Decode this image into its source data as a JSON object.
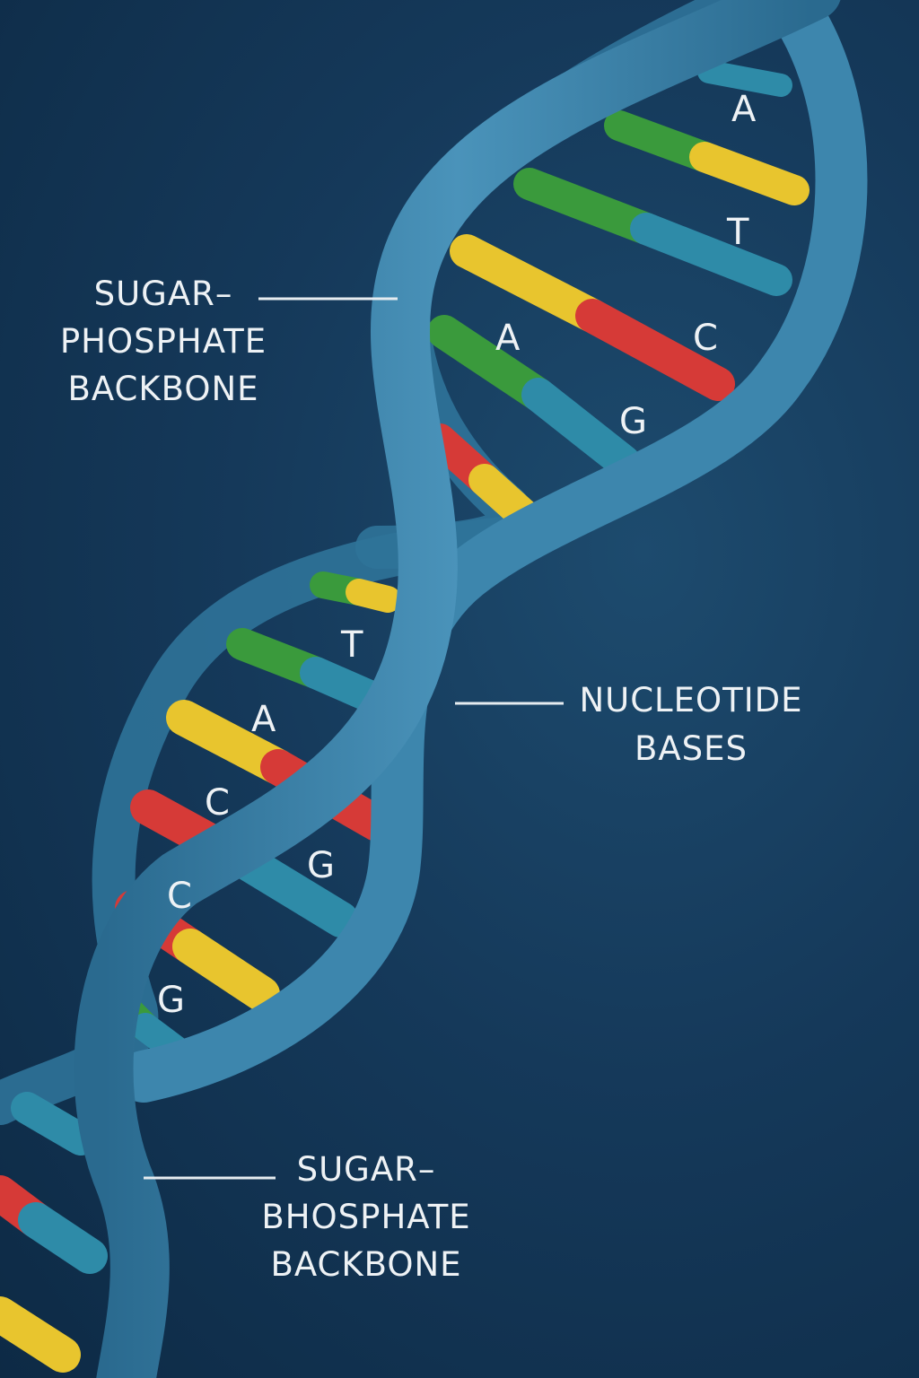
{
  "labels": {
    "backbone_top": [
      "SUGAR–",
      "PHOSPHATE",
      "BACKBONE"
    ],
    "nucleotide": [
      "NUCLEOTIDE",
      "BASES"
    ],
    "backbone_bottom": [
      "SUGAR–",
      "BHOSPHATE",
      "BACKBONE"
    ]
  },
  "base_letters": [
    "A",
    "T",
    "A",
    "C",
    "G",
    "T",
    "A",
    "C",
    "G",
    "C",
    "G"
  ],
  "colors": {
    "backbone": "#3d86ad",
    "backbone_dark": "#2a6a8f",
    "adenine_green": "#3a9a3c",
    "thymine_yellow": "#e8c52e",
    "cytosine_red": "#d63a37",
    "guanine_teal": "#2e8ba8",
    "label_line": "#e6ecf0"
  }
}
